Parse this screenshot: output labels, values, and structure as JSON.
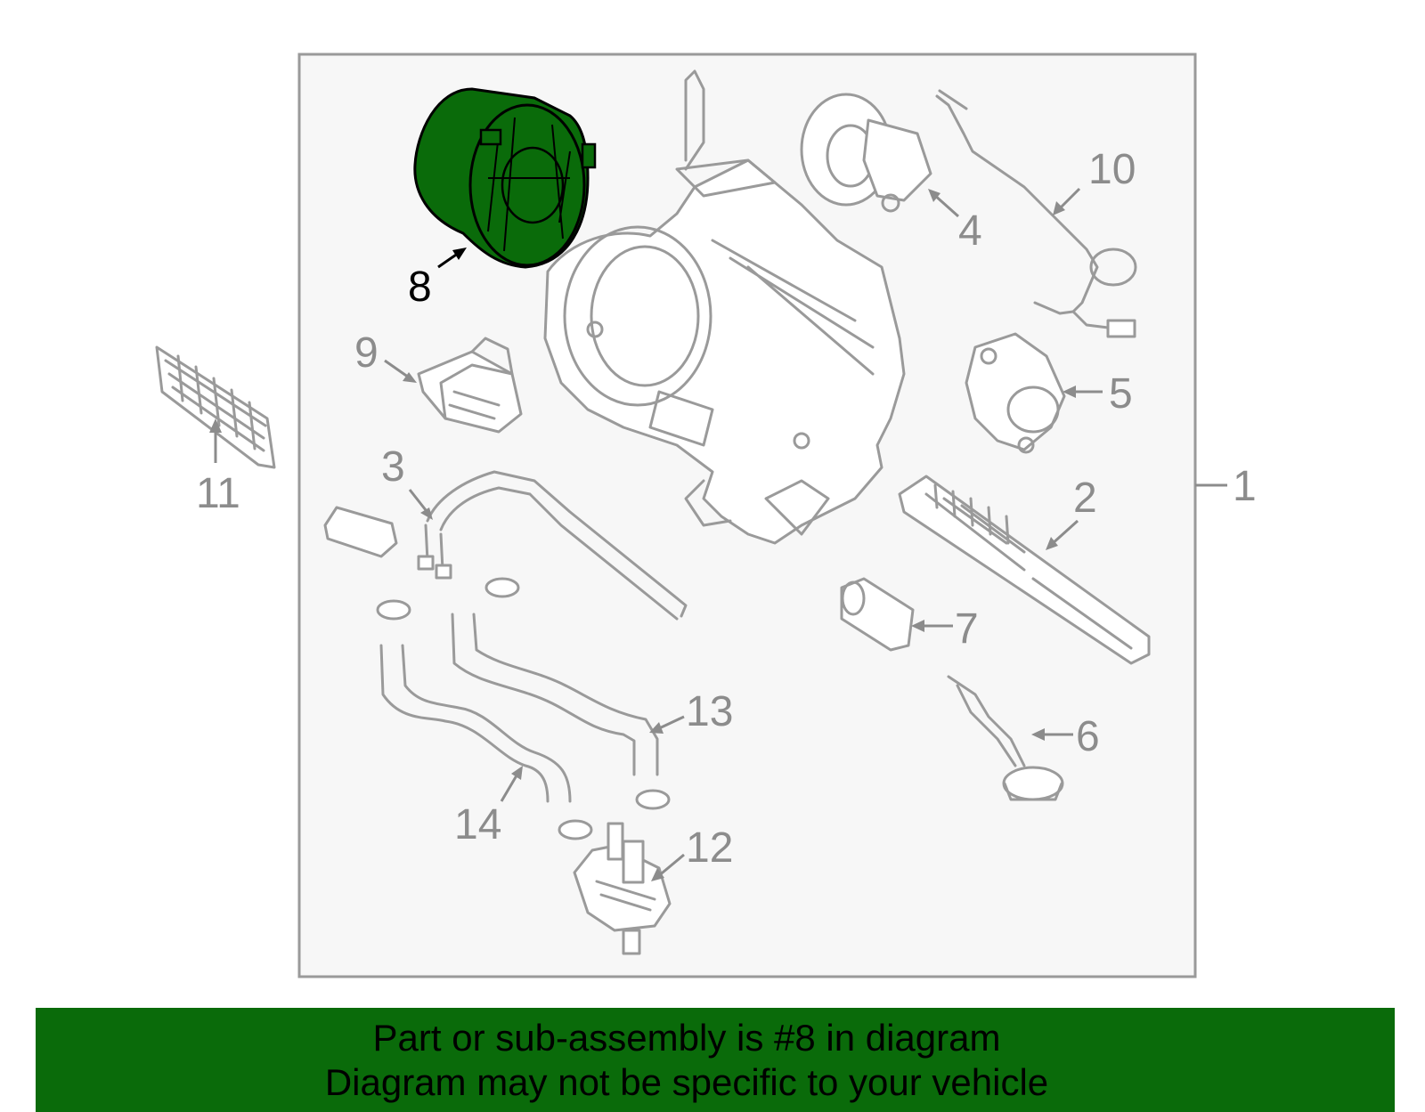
{
  "diagram": {
    "callouts": {
      "c1": "1",
      "c2": "2",
      "c3": "3",
      "c4": "4",
      "c5": "5",
      "c6": "6",
      "c7": "7",
      "c8": "8",
      "c9": "9",
      "c10": "10",
      "c11": "11",
      "c12": "12",
      "c13": "13",
      "c14": "14"
    },
    "highlighted_part": "8",
    "highlight_color": "#0a6b0a",
    "panel_color": "#f7f7f7",
    "line_color": "#9a9a9a"
  },
  "banner": {
    "line1": "Part or sub-assembly is #8 in diagram",
    "line2": "Diagram may not be specific to your vehicle",
    "background": "#0a6b0a"
  }
}
